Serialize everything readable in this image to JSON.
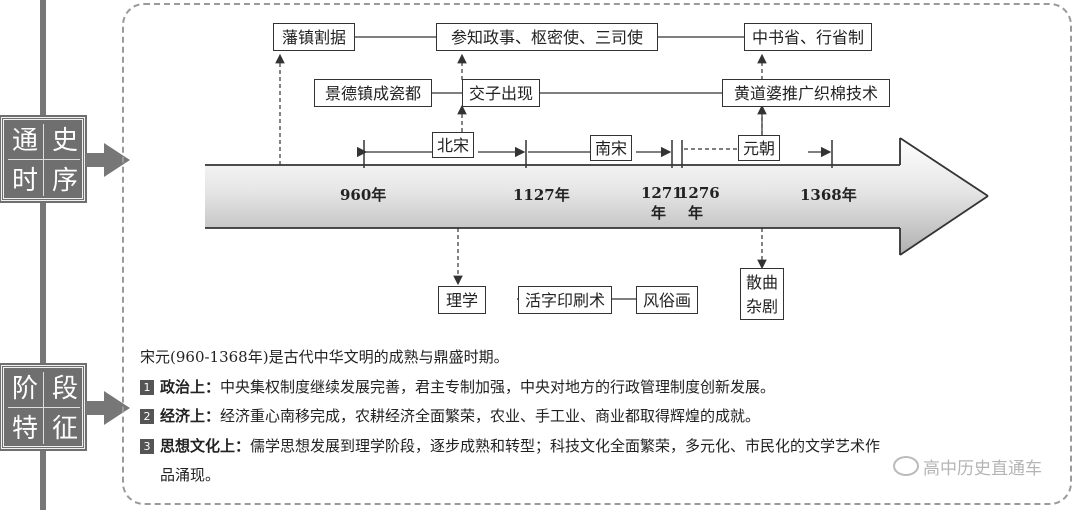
{
  "side_tags": [
    {
      "id": "tongshi",
      "chars": [
        "通",
        "史",
        "时",
        "序"
      ]
    },
    {
      "id": "jieduan",
      "chars": [
        "阶",
        "段",
        "特",
        "征"
      ]
    }
  ],
  "top_row": [
    "藩镇割据",
    "参知政事、枢密使、三司使",
    "中书省、行省制"
  ],
  "mid_row": [
    "景德镇成瓷都",
    "交子出现",
    "黄道婆推广织棉技术"
  ],
  "periods": [
    "北宋",
    "南宋",
    "元朝"
  ],
  "years": {
    "y960": "960年",
    "y1127": "1127年",
    "y1271a": "1271",
    "y1271b": "年",
    "y1276a": "1276",
    "y1276b": "年",
    "y1368": "1368年"
  },
  "bottom_row": [
    "理学",
    "活字印刷术",
    "风俗画"
  ],
  "sanqu": [
    "散曲",
    "杂剧"
  ],
  "features": {
    "intro": "宋元(960-1368年)是古代中华文明的成熟与鼎盛时期。",
    "items": [
      {
        "num": "1",
        "head": "政治上：",
        "text": "中央集权制度继续发展完善，君主专制加强，中央对地方的行政管理制度创新发展。"
      },
      {
        "num": "2",
        "head": "经济上：",
        "text": "经济重心南移完成，农耕经济全面繁荣，农业、手工业、商业都取得辉煌的成就。"
      },
      {
        "num": "3",
        "head": "思想文化上：",
        "text": "儒学思想发展到理学阶段，逐步成熟和转型；科技文化全面繁荣，多元化、市民化的文学艺术作"
      }
    ],
    "continuation": "品涌现。"
  },
  "watermark": "高中历史直通车",
  "colors": {
    "tag_bg": "#6f6f6f",
    "arrow_top": "#ffffff",
    "arrow_bottom": "#b0b0b0"
  }
}
